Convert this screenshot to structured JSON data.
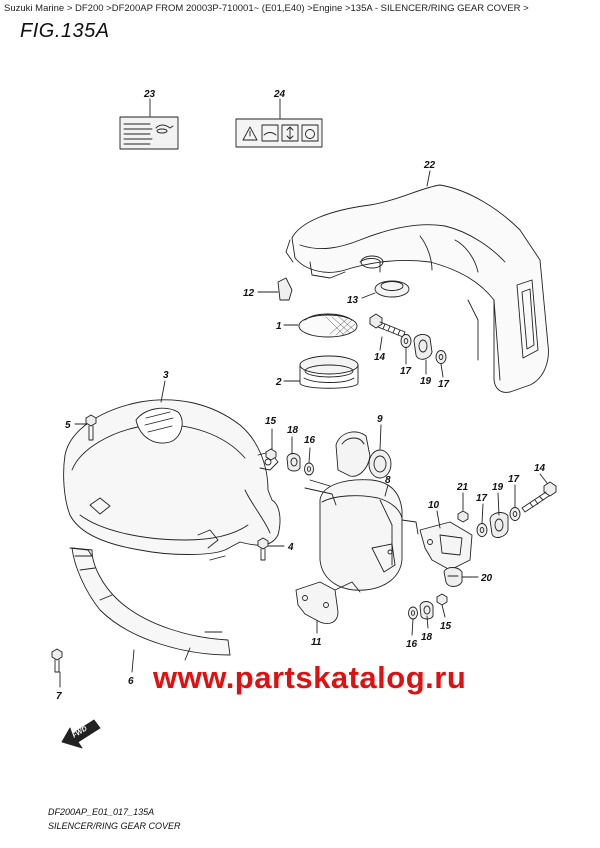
{
  "breadcrumb": "Suzuki Marine > DF200 >DF200AP FROM 20003P-710001~ (E01,E40) >Engine >135A - SILENCER/RING GEAR COVER >",
  "figure_title": "FIG.135A",
  "parts": [
    {
      "id": "p23",
      "label": "23"
    },
    {
      "id": "p24",
      "label": "24"
    },
    {
      "id": "p22",
      "label": "22"
    },
    {
      "id": "p12",
      "label": "12"
    },
    {
      "id": "p13",
      "label": "13"
    },
    {
      "id": "p1",
      "label": "1"
    },
    {
      "id": "p14a",
      "label": "14"
    },
    {
      "id": "p17a",
      "label": "17"
    },
    {
      "id": "p19a",
      "label": "19"
    },
    {
      "id": "p17b",
      "label": "17"
    },
    {
      "id": "p2",
      "label": "2"
    },
    {
      "id": "p3",
      "label": "3"
    },
    {
      "id": "p5",
      "label": "5"
    },
    {
      "id": "p15a",
      "label": "15"
    },
    {
      "id": "p18a",
      "label": "18"
    },
    {
      "id": "p16a",
      "label": "16"
    },
    {
      "id": "p9",
      "label": "9"
    },
    {
      "id": "p8",
      "label": "8"
    },
    {
      "id": "p21",
      "label": "21"
    },
    {
      "id": "p17c",
      "label": "17"
    },
    {
      "id": "p19b",
      "label": "19"
    },
    {
      "id": "p17d",
      "label": "17"
    },
    {
      "id": "p14b",
      "label": "14"
    },
    {
      "id": "p10",
      "label": "10"
    },
    {
      "id": "p4",
      "label": "4"
    },
    {
      "id": "p20",
      "label": "20"
    },
    {
      "id": "p11",
      "label": "11"
    },
    {
      "id": "p16b",
      "label": "16"
    },
    {
      "id": "p18b",
      "label": "18"
    },
    {
      "id": "p15b",
      "label": "15"
    },
    {
      "id": "p7",
      "label": "7"
    },
    {
      "id": "p6",
      "label": "6"
    }
  ],
  "watermark": "www.partskatalog.ru",
  "fwd_label": "FWD",
  "footer": {
    "code": "DF200AP_E01_017_135A",
    "name": "SILENCER/RING GEAR COVER"
  },
  "colors": {
    "watermark": "#e01010",
    "line": "#222222",
    "shade": "#e8e8e8"
  }
}
